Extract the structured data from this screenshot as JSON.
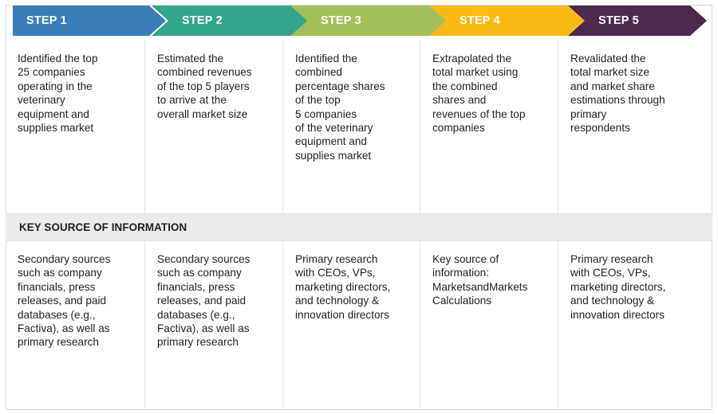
{
  "figure": {
    "background": "#ffffff",
    "border_color": "#d8d8d8",
    "divider_color": "#e2e2e2",
    "text_color": "#231f20"
  },
  "chevrons": [
    {
      "label": "STEP 1",
      "color": "#3a7fba"
    },
    {
      "label": "STEP 2",
      "color": "#33a58c"
    },
    {
      "label": "STEP 3",
      "color": "#a3bf59"
    },
    {
      "label": "STEP 4",
      "color": "#f9b917"
    },
    {
      "label": "STEP 5",
      "color": "#4b2a4e"
    }
  ],
  "steps": [
    {
      "text": "Identified the top\n25 companies\noperating in the\nveterinary\nequipment and\nsupplies market"
    },
    {
      "text": "Estimated the\ncombined revenues\nof the top 5 players\nto arrive at the\noverall market size"
    },
    {
      "text": "Identified the\ncombined\npercentage shares\nof the top\n5 companies\nof the veterinary\nequipment and\nsupplies market"
    },
    {
      "text": "Extrapolated the\ntotal market using\nthe combined\nshares and\nrevenues of the top\ncompanies"
    },
    {
      "text": "Revalidated the\ntotal market size\nand market share\nestimations through\nprimary\nrespondents"
    }
  ],
  "key_source": {
    "banner_label": "KEY SOURCE OF INFORMATION",
    "banner_background": "#ebebeb",
    "cells": [
      {
        "text": "Secondary sources\nsuch as company\nfinancials, press\nreleases, and paid\ndatabases (e.g.,\nFactiva), as well as\nprimary research"
      },
      {
        "text": "Secondary sources\nsuch as company\nfinancials, press\nreleases, and paid\ndatabases (e.g.,\nFactiva), as well as\nprimary research"
      },
      {
        "text": "Primary research\nwith CEOs, VPs,\nmarketing directors,\nand technology &\ninnovation directors"
      },
      {
        "text": "Key source of\ninformation:\nMarketsandMarkets\nCalculations"
      },
      {
        "text": "Primary research\nwith CEOs, VPs,\nmarketing directors,\nand technology &\ninnovation directors"
      }
    ]
  }
}
